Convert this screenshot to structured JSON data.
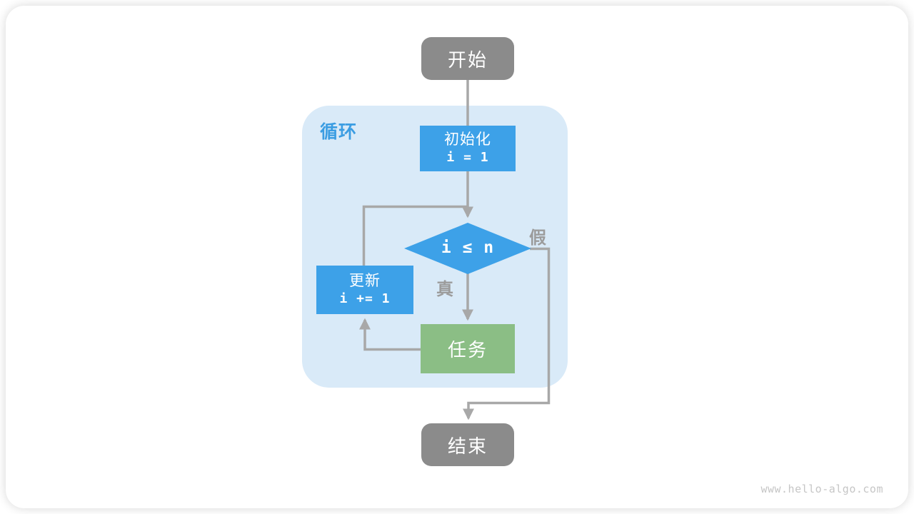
{
  "diagram": {
    "type": "flowchart",
    "title_label": "循环",
    "nodes": {
      "start": {
        "label": "开始",
        "shape": "rounded-rect",
        "color": "#8B8B8B"
      },
      "init": {
        "title": "初始化",
        "code": "i = 1",
        "shape": "rect",
        "color": "#3DA1E8"
      },
      "condition": {
        "code": "i ≤ n",
        "shape": "diamond",
        "color": "#3DA1E8"
      },
      "update": {
        "title": "更新",
        "code": "i += 1",
        "shape": "rect",
        "color": "#3DA1E8"
      },
      "task": {
        "label": "任务",
        "shape": "rect",
        "color": "#8BBE85"
      },
      "end": {
        "label": "结束",
        "shape": "rounded-rect",
        "color": "#8B8B8B"
      }
    },
    "labels": {
      "loop": "循环",
      "true": "真",
      "false": "假"
    },
    "edges": [
      {
        "from": "start",
        "to": "init",
        "label": ""
      },
      {
        "from": "init",
        "to": "condition",
        "label": ""
      },
      {
        "from": "condition",
        "to": "task",
        "label": "真"
      },
      {
        "from": "condition",
        "to": "end",
        "label": "假"
      },
      {
        "from": "task",
        "to": "update",
        "label": ""
      },
      {
        "from": "update",
        "to": "condition",
        "label": ""
      }
    ],
    "colors": {
      "process_blue": "#3DA1E8",
      "task_green": "#8BBE85",
      "terminal_gray": "#8B8B8B",
      "loop_background": "#D9EAF8",
      "connector_line": "#A8A8A8",
      "branch_label_gray": "#9C9C9C",
      "loop_label_blue": "#3B9DE2"
    }
  },
  "watermark": "www.hello-algo.com"
}
